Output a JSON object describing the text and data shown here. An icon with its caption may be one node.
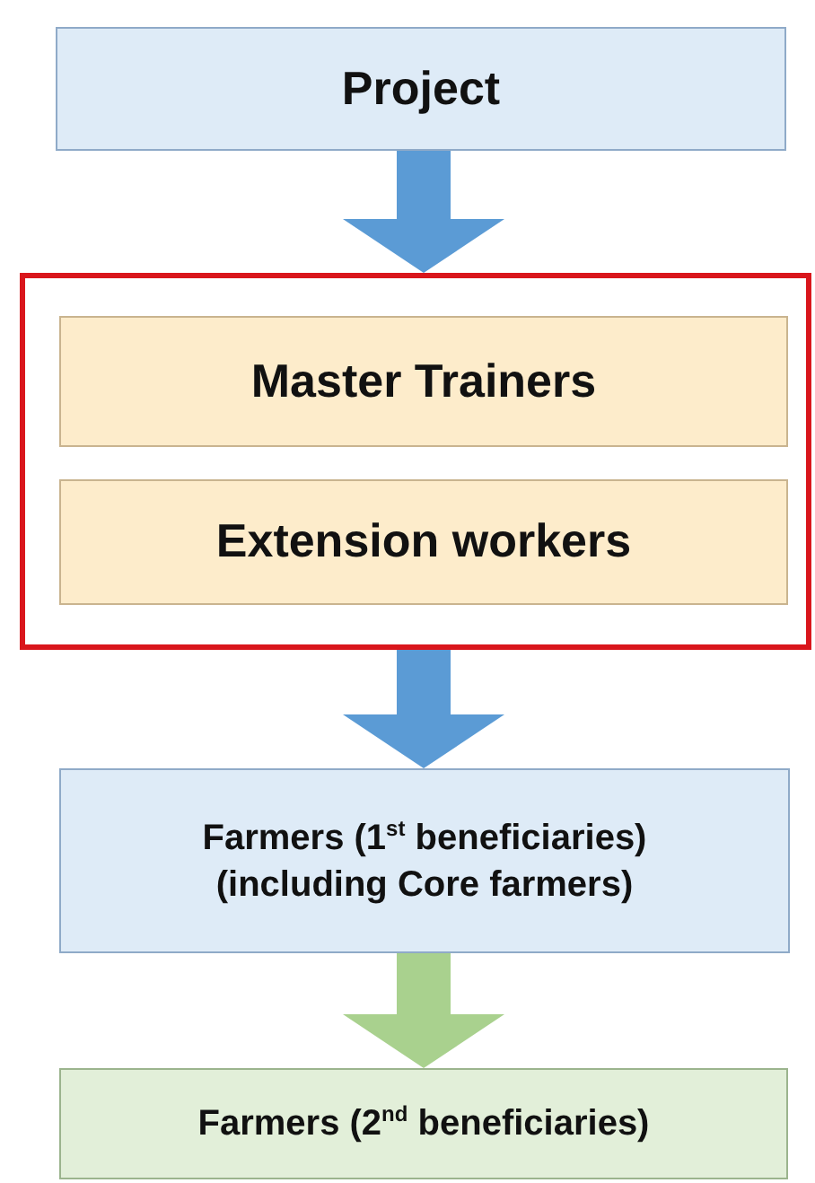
{
  "diagram": {
    "nodes": [
      {
        "text": [
          "Project"
        ]
      },
      {
        "text": [],
        "shape": "box"
      },
      {
        "text": [
          "Master Trainers"
        ],
        "in": 1
      },
      {
        "text": [
          "Extension workers"
        ],
        "in": 1
      },
      {
        "text": [
          "Farmers (1$^{st}$ beneficiaries) (including Core farmers)"
        ]
      },
      {
        "text": [
          "Farmers (2$^{nd}$ beneficiaries)"
        ]
      }
    ],
    "edges": [
      {
        "from": 0,
        "to": 1,
        "arrow": "to"
      },
      {
        "from": 1,
        "to": 4,
        "arrow": "to"
      },
      {
        "from": 4,
        "to": 5,
        "arrow": "to",
        "color": "#a9d18e"
      }
    ]
  }
}
